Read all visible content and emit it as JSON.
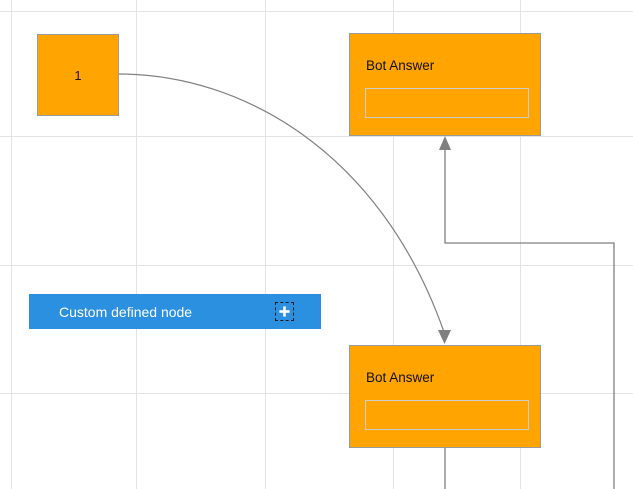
{
  "canvas": {
    "name": "flow-editor-canvas",
    "background_color": "#ffffff",
    "grid_color": "#e3e3e3",
    "grid_vertical_x": [
      11,
      136,
      265,
      393,
      520
    ],
    "grid_horizontal_y": [
      11,
      136,
      265,
      393
    ]
  },
  "palette": {
    "button_label": "Custom defined node",
    "add_icon": "plus-icon",
    "accent_color": "#2b90e0",
    "label_color": "#ffffff"
  },
  "nodes": [
    {
      "id": "start",
      "label": "1",
      "type": "start-node",
      "fill_color": "#ffa400",
      "border_color": "#9a9a9a",
      "text_color": "#1a1a1a"
    },
    {
      "id": "bot-answer-top",
      "label": "Bot Answer",
      "type": "bot-answer-node",
      "slot_value": "",
      "fill_color": "#ffa400",
      "border_color": "#9a9a9a",
      "slot_border_color": "#cdcdcd",
      "text_color": "#111111"
    },
    {
      "id": "bot-answer-bottom",
      "label": "Bot Answer",
      "type": "bot-answer-node",
      "slot_value": "",
      "fill_color": "#ffa400",
      "border_color": "#9a9a9a",
      "slot_border_color": "#cdcdcd",
      "text_color": "#111111"
    }
  ],
  "edges": [
    {
      "id": "edge-start-to-bot-bottom",
      "style": "curved",
      "from": "start",
      "to": "bot-answer-bottom",
      "arrow": "down",
      "color": "#808080"
    },
    {
      "id": "edge-loopback-to-bot-top",
      "style": "orthogonal",
      "from": "bot-answer-bottom",
      "to": "bot-answer-top",
      "arrow": "up",
      "color": "#808080"
    },
    {
      "id": "edge-bot-bottom-outgoing",
      "style": "straight",
      "from": "bot-answer-bottom",
      "to": "",
      "arrow": "none",
      "color": "#808080"
    }
  ]
}
